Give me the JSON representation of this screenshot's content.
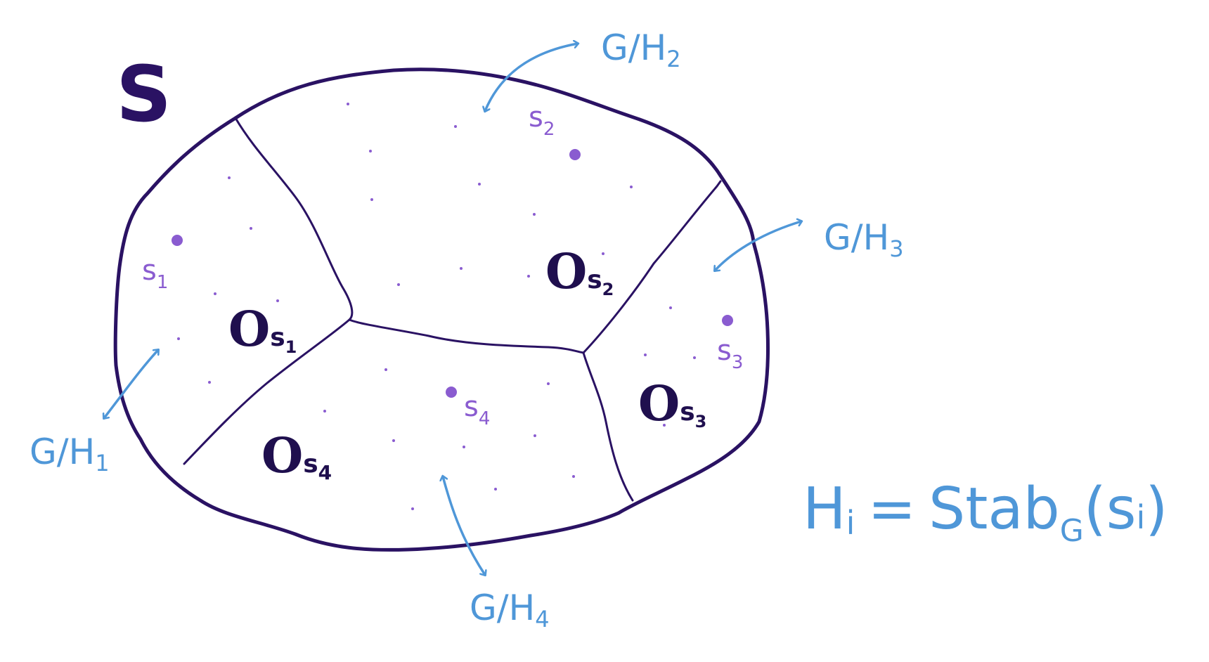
{
  "set_label": "S",
  "colors": {
    "outline": "#2a1263",
    "orbit_text": "#1f0f4e",
    "point": "#8a5cd0",
    "coset": "#4f97d8"
  },
  "orbits": [
    {
      "main": "O",
      "sub": "s",
      "index": "1"
    },
    {
      "main": "O",
      "sub": "s",
      "index": "2"
    },
    {
      "main": "O",
      "sub": "s",
      "index": "3"
    },
    {
      "main": "O",
      "sub": "s",
      "index": "4"
    }
  ],
  "points": [
    {
      "base": "s",
      "index": "1"
    },
    {
      "base": "s",
      "index": "2"
    },
    {
      "base": "s",
      "index": "3"
    },
    {
      "base": "s",
      "index": "4"
    }
  ],
  "cosets": [
    {
      "text": "G/H",
      "index": "1"
    },
    {
      "text": "G/H",
      "index": "2"
    },
    {
      "text": "G/H",
      "index": "3"
    },
    {
      "text": "G/H",
      "index": "4"
    }
  ],
  "formula": {
    "lhs": "H",
    "lhs_index": "i",
    "eq": "=",
    "func": "Stab",
    "func_sub": "G",
    "arg_open": "(",
    "arg": "s",
    "arg_index": "i",
    "arg_close": ")"
  }
}
